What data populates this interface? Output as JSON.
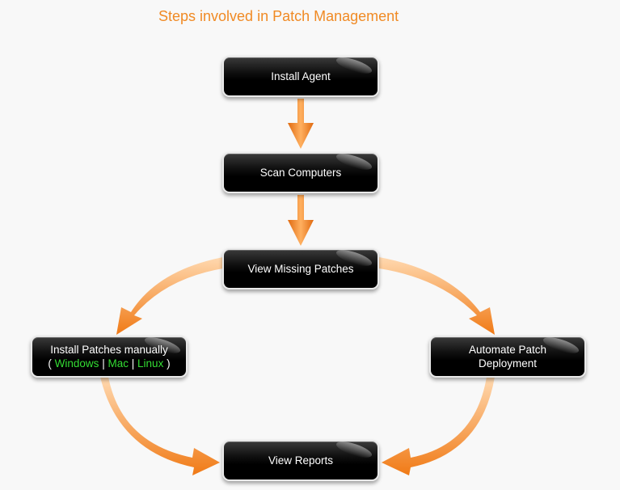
{
  "title": "Steps involved in Patch Management",
  "colors": {
    "title": "#f08a24",
    "arrow": "#f08a24",
    "node_bg": "#000000",
    "node_border": "#e9e9e9",
    "link": "#33dd33"
  },
  "nodes": {
    "install_agent": "Install Agent",
    "scan_computers": "Scan Computers",
    "view_missing_patches": "View Missing Patches",
    "install_manually": {
      "label": "Install Patches manually",
      "open": "(",
      "windows": "Windows",
      "sep1": "|",
      "mac": "Mac",
      "sep2": "|",
      "linux": "Linux",
      "close": ")"
    },
    "automate": {
      "line1": "Automate Patch",
      "line2": "Deployment"
    },
    "view_reports": "View Reports"
  }
}
